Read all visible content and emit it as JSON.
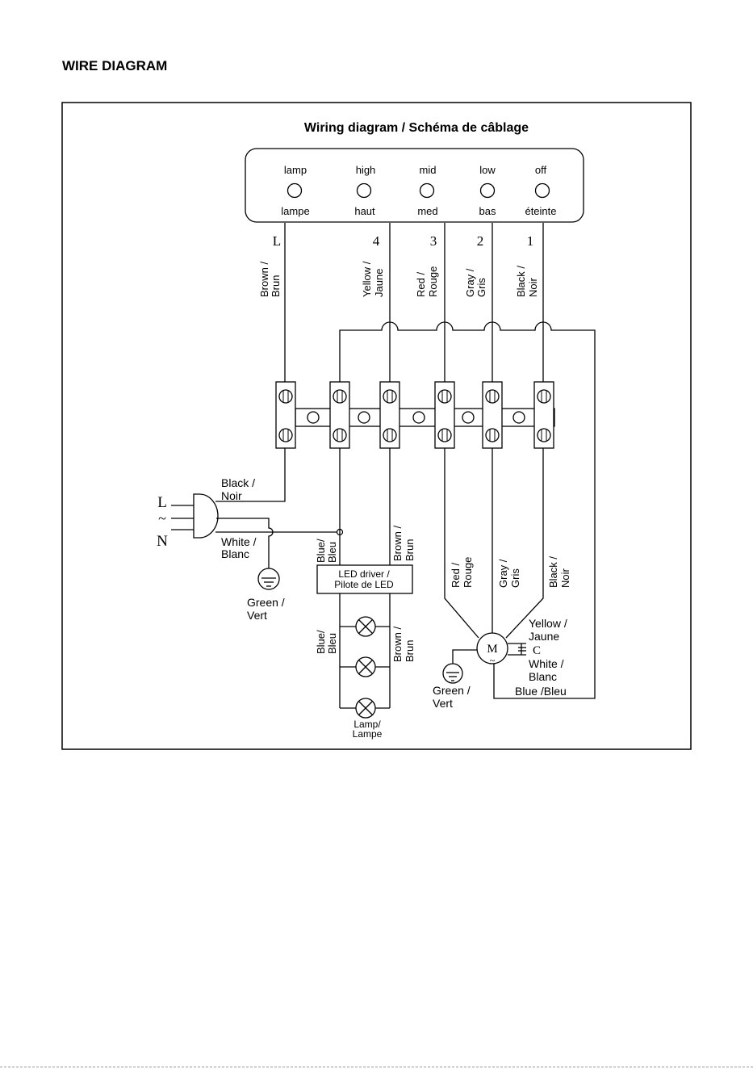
{
  "page": {
    "heading": "WIRE DIAGRAM"
  },
  "diagram": {
    "title": "Wiring diagram / Schéma de câblage",
    "switch_panel": {
      "positions": [
        {
          "top": "lamp",
          "bottom": "lampe"
        },
        {
          "top": "high",
          "bottom": "haut"
        },
        {
          "top": "mid",
          "bottom": "med"
        },
        {
          "top": "low",
          "bottom": "bas"
        },
        {
          "top": "off",
          "bottom": "éteinte"
        }
      ]
    },
    "terminal_markers": [
      "L",
      "4",
      "3",
      "2",
      "1"
    ],
    "upper_wire_labels": [
      [
        "Brown /",
        "Brun"
      ],
      [
        "Yellow /",
        "Jaune"
      ],
      [
        "Red /",
        "Rouge"
      ],
      [
        "Gray /",
        "Gris"
      ],
      [
        "Black /",
        "Noir"
      ]
    ],
    "plug": {
      "l": "L",
      "tilde": "~",
      "n": "N"
    },
    "mains_labels": {
      "black": [
        "Black /",
        "Noir"
      ],
      "white": [
        "White /",
        "Blanc"
      ],
      "green": [
        "Green /",
        "Vert"
      ]
    },
    "led_driver": [
      "LED driver /",
      "Pilote de LED"
    ],
    "lower_wire_labels": {
      "blue_driver": [
        "Blue/",
        "Bleu"
      ],
      "brown_driver": [
        "Brown /",
        "Brun"
      ],
      "blue_lamps": [
        "Blue/",
        "Bleu"
      ],
      "brown_lamps": [
        "Brown /",
        "Brun"
      ],
      "red_motor": [
        "Red /",
        "Rouge"
      ],
      "gray_motor": [
        "Gray /",
        "Gris"
      ],
      "black_motor": [
        "Black /",
        "Noir"
      ]
    },
    "lamp_label": [
      "Lamp/",
      "Lampe"
    ],
    "motor": {
      "symbol": "M",
      "tilde": "~",
      "capacitor": "C",
      "yellow": [
        "Yellow /",
        "Jaune"
      ],
      "white": [
        "White /",
        "Blanc"
      ],
      "blue": "Blue /Bleu",
      "green": [
        "Green /",
        "Vert"
      ]
    }
  }
}
